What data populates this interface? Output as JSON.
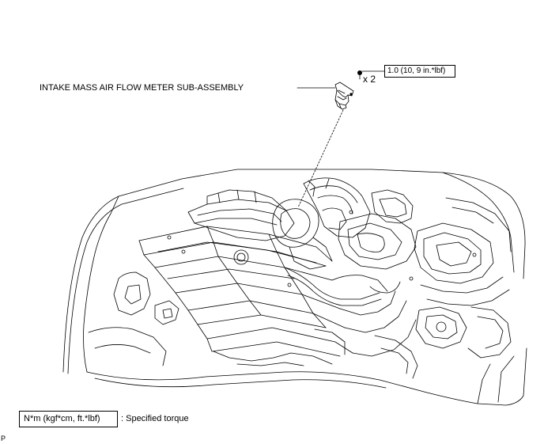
{
  "labels": {
    "part_name": "INTAKE MASS AIR FLOW METER SUB-ASSEMBLY",
    "torque_value": "1.0 (10, 9 in.*lbf)",
    "quantity": "x 2"
  },
  "legend": {
    "unit_box": "N*m (kgf*cm, ft.*lbf)",
    "description": ": Specified torque"
  },
  "corner_mark": "P"
}
